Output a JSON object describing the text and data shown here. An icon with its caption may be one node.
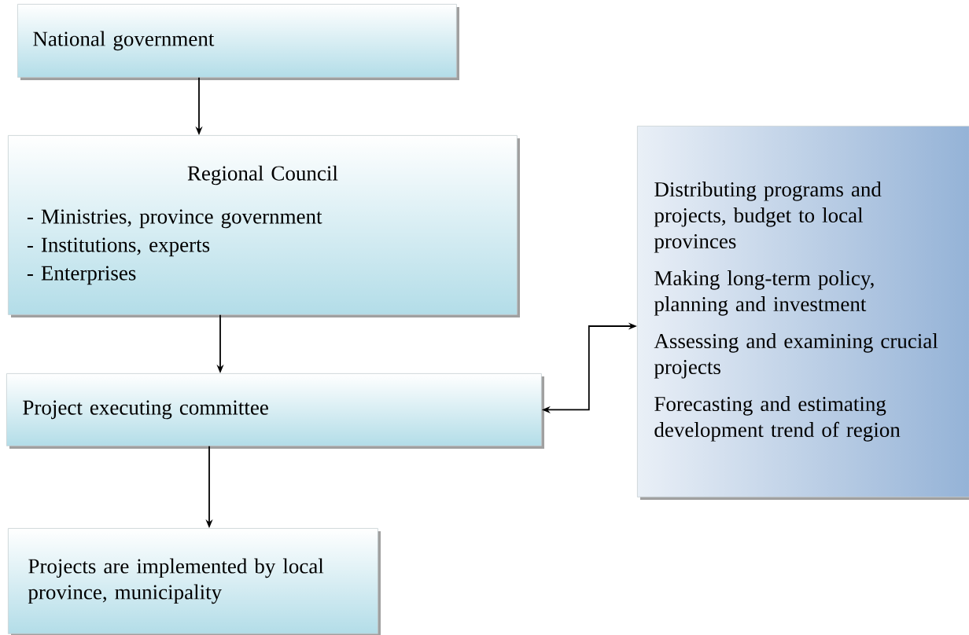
{
  "diagram": {
    "nodes": [
      {
        "text": [
          "National government"
        ]
      },
      {
        "text": [
          "Regional Council",
          "- Ministries, province government",
          "- Institutions, experts",
          "- Enterprises"
        ]
      },
      {
        "text": [
          "Project executing committee"
        ]
      },
      {
        "text": [
          "Distributing programs and projects, budget to local provinces",
          "Making long-term policy, planning and investment",
          "Assessing and examining crucial projects",
          "Forecasting and estimating development trend of region"
        ]
      },
      {
        "text": [
          "Projects are implemented by local province, municipality"
        ]
      }
    ],
    "edges": [
      {
        "from": 0,
        "to": 1,
        "arrow": "to"
      },
      {
        "from": 1,
        "to": 2,
        "arrow": "to"
      },
      {
        "from": 2,
        "to": 4,
        "arrow": "to"
      },
      {
        "from": 2,
        "to": 3,
        "arrow": "both"
      }
    ]
  }
}
